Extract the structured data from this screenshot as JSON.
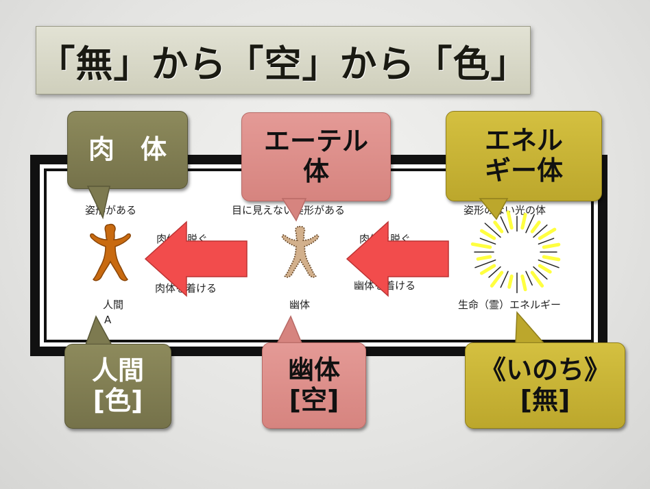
{
  "title": "「無」から「空」から「色」",
  "diagram": {
    "left": {
      "caption_top": "姿形がある",
      "caption_bottom": "人間",
      "caption_bottom2": "A",
      "callout_top": "肉　体",
      "callout_bottom": "人間\n[色]"
    },
    "middle": {
      "caption_top": "目に見えない姿形がある",
      "caption_bottom": "幽体",
      "callout_top": "エーテル\n体",
      "callout_bottom": "幽体\n[空]"
    },
    "right": {
      "caption_top": "姿形のない光の体",
      "caption_bottom": "生命（霊）エネルギー",
      "callout_top": "エネル\nギー体",
      "callout_bottom": "《いのち》\n[無]"
    },
    "arrow_left": {
      "label_top": "肉体を脱ぐ",
      "label_bottom": "肉体を着ける"
    },
    "arrow_right": {
      "label_top": "肉体を脱ぐ",
      "label_bottom": "幽体を着ける"
    }
  },
  "colors": {
    "olive": "#7d7a50",
    "pink": "#d88c87",
    "gold": "#c9b535",
    "arrow": "#f24c4c",
    "figure_human": "#c86a10",
    "figure_ghost": "#d2b08c",
    "light": "#ffff40"
  }
}
